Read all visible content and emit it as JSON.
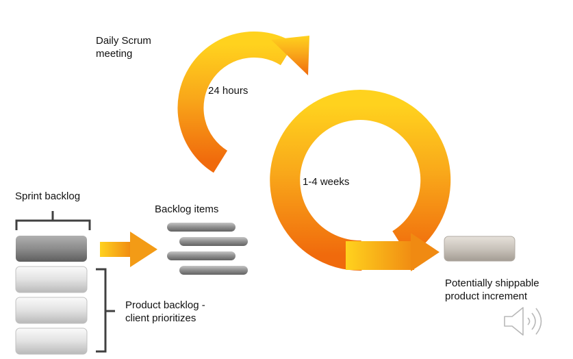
{
  "labels": {
    "daily_scrum": [
      "Daily Scrum",
      "meeting"
    ],
    "hours": "24 hours",
    "weeks": "1-4 weeks",
    "sprint_backlog": "Sprint backlog",
    "backlog_items": "Backlog items",
    "product_backlog": [
      "Product backlog -",
      "client prioritizes"
    ],
    "increment": [
      "Potentially shippable",
      "product increment"
    ]
  },
  "colors": {
    "arrow_light": "#ffd21e",
    "arrow_dark": "#f06a0c",
    "bar_dark": "#8c8c8c",
    "bar_light": "#e6e6e6",
    "bracket": "#404040",
    "increment": "#c9c3bb",
    "speaker": "#b8b8b8"
  },
  "icons": {
    "speaker": "speaker-icon"
  }
}
